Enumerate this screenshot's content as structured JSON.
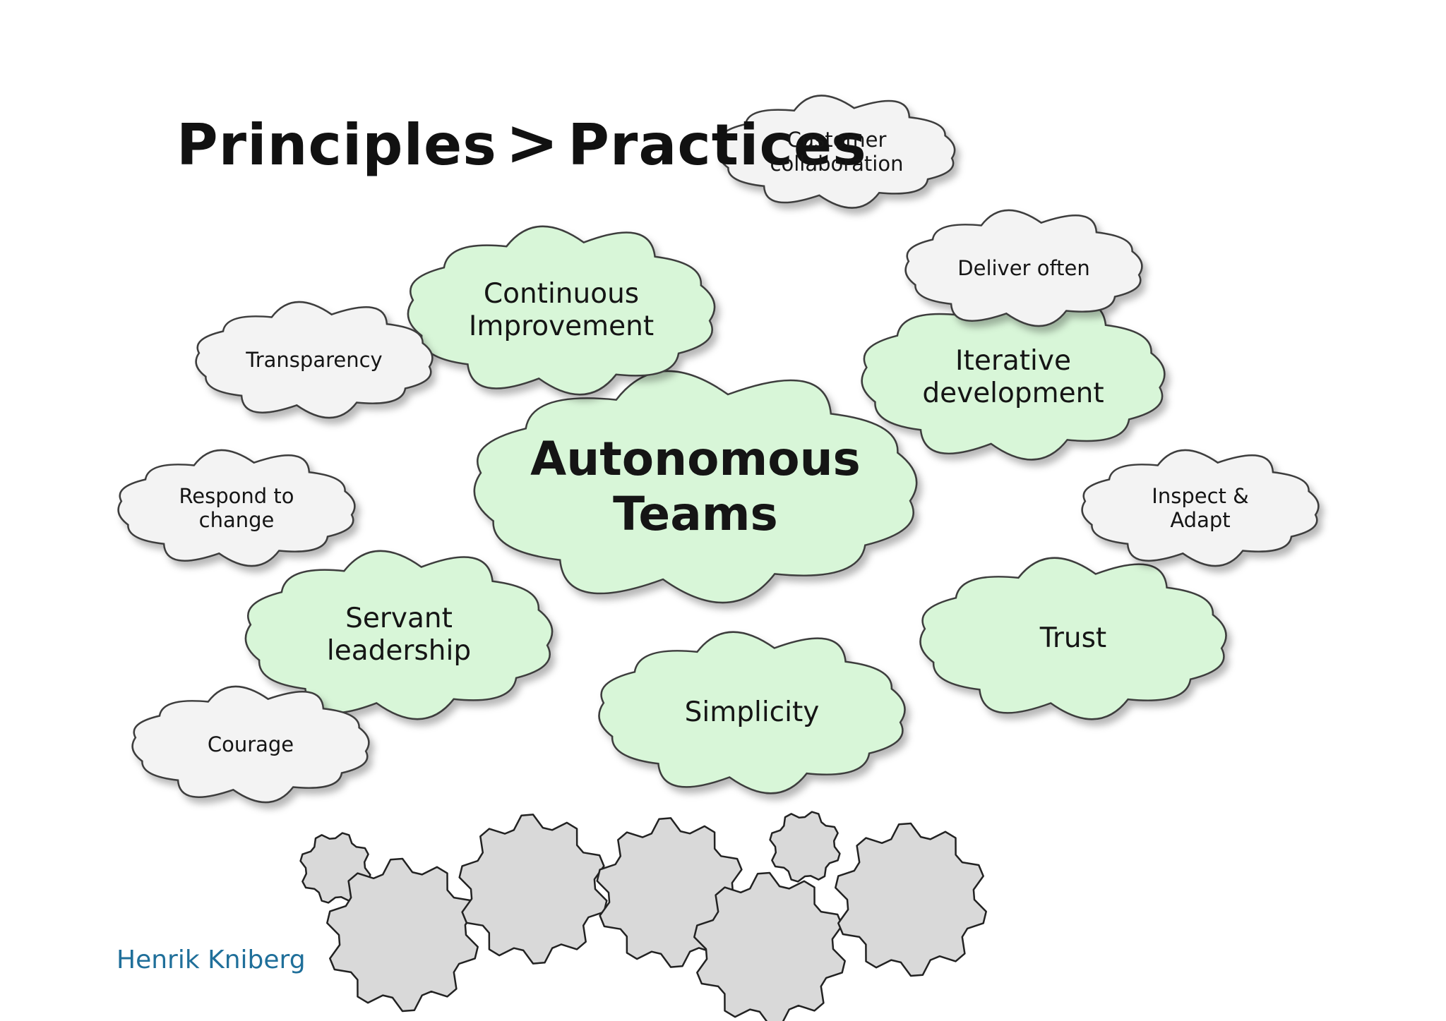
{
  "title": {
    "left": "Principles",
    "separator": ">",
    "right": "Practices"
  },
  "author": "Henrik Kniberg",
  "colors": {
    "principle_fill": "#d8f6d8",
    "practice_fill": "#f3f3f3",
    "stroke": "#3c3c3c",
    "gear_fill": "#d9d9d9",
    "author": "#1f6f9a"
  },
  "clouds": [
    {
      "id": "autonomous-teams",
      "lines": [
        "Autonomous",
        "Teams"
      ],
      "kind": "principle"
    },
    {
      "id": "continuous-improvement",
      "lines": [
        "Continuous",
        "Improvement"
      ],
      "kind": "principle"
    },
    {
      "id": "iterative-development",
      "lines": [
        "Iterative",
        "development"
      ],
      "kind": "principle"
    },
    {
      "id": "servant-leadership",
      "lines": [
        "Servant",
        "leadership"
      ],
      "kind": "principle"
    },
    {
      "id": "simplicity",
      "lines": [
        "Simplicity"
      ],
      "kind": "principle"
    },
    {
      "id": "trust",
      "lines": [
        "Trust"
      ],
      "kind": "principle"
    },
    {
      "id": "customer-collaboration",
      "lines": [
        "Customer",
        "collaboration"
      ],
      "kind": "practice"
    },
    {
      "id": "deliver-often",
      "lines": [
        "Deliver often"
      ],
      "kind": "practice"
    },
    {
      "id": "transparency",
      "lines": [
        "Transparency"
      ],
      "kind": "practice"
    },
    {
      "id": "respond-to-change",
      "lines": [
        "Respond to",
        "change"
      ],
      "kind": "practice"
    },
    {
      "id": "inspect-adapt",
      "lines": [
        "Inspect &",
        "Adapt"
      ],
      "kind": "practice"
    },
    {
      "id": "courage",
      "lines": [
        "Courage"
      ],
      "kind": "practice"
    }
  ]
}
